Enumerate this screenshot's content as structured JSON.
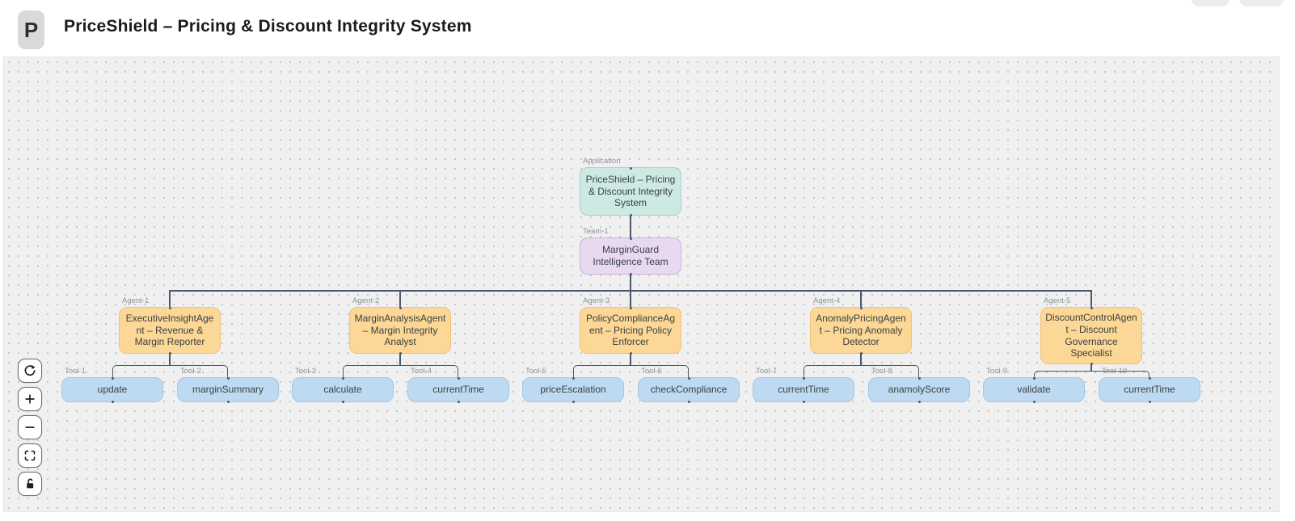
{
  "header": {
    "logo_letter": "P",
    "title": "PriceShield – Pricing & Discount Integrity System"
  },
  "diagram": {
    "application": {
      "tag": "Application",
      "label": "PriceShield – Pricing & Discount Integrity System"
    },
    "team": {
      "tag": "Team-1",
      "label": "MarginGuard Intelligence Team"
    },
    "agents": [
      {
        "tag": "Agent-1",
        "label": "ExecutiveInsightAgent – Revenue & Margin Reporter"
      },
      {
        "tag": "Agent-2",
        "label": "MarginAnalysisAgent – Margin Integrity Analyst"
      },
      {
        "tag": "Agent-3",
        "label": "PolicyComplianceAgent – Pricing Policy Enforcer"
      },
      {
        "tag": "Agent-4",
        "label": "AnomalyPricingAgent – Pricing Anomaly Detector"
      },
      {
        "tag": "Agent-5",
        "label": "DiscountControlAgent – Discount Governance Specialist"
      }
    ],
    "tools": [
      {
        "tag": "Tool-1",
        "label": "update"
      },
      {
        "tag": "Tool-2",
        "label": "marginSummary"
      },
      {
        "tag": "Tool-3",
        "label": "calculate"
      },
      {
        "tag": "Tool-4",
        "label": "currentTime"
      },
      {
        "tag": "Tool-5",
        "label": "priceEscalation"
      },
      {
        "tag": "Tool-6",
        "label": "checkCompliance"
      },
      {
        "tag": "Tool-7",
        "label": "currentTime"
      },
      {
        "tag": "Tool-8",
        "label": "anamolyScore"
      },
      {
        "tag": "Tool-9",
        "label": "validate"
      },
      {
        "tag": "Tool-10",
        "label": "currentTime"
      }
    ]
  },
  "colors": {
    "application_fill": "#cde9e3",
    "team_fill": "#e9d9f0",
    "agent_fill": "#fcd795",
    "tool_fill": "#bedaf2",
    "edge": "#4b586a"
  }
}
